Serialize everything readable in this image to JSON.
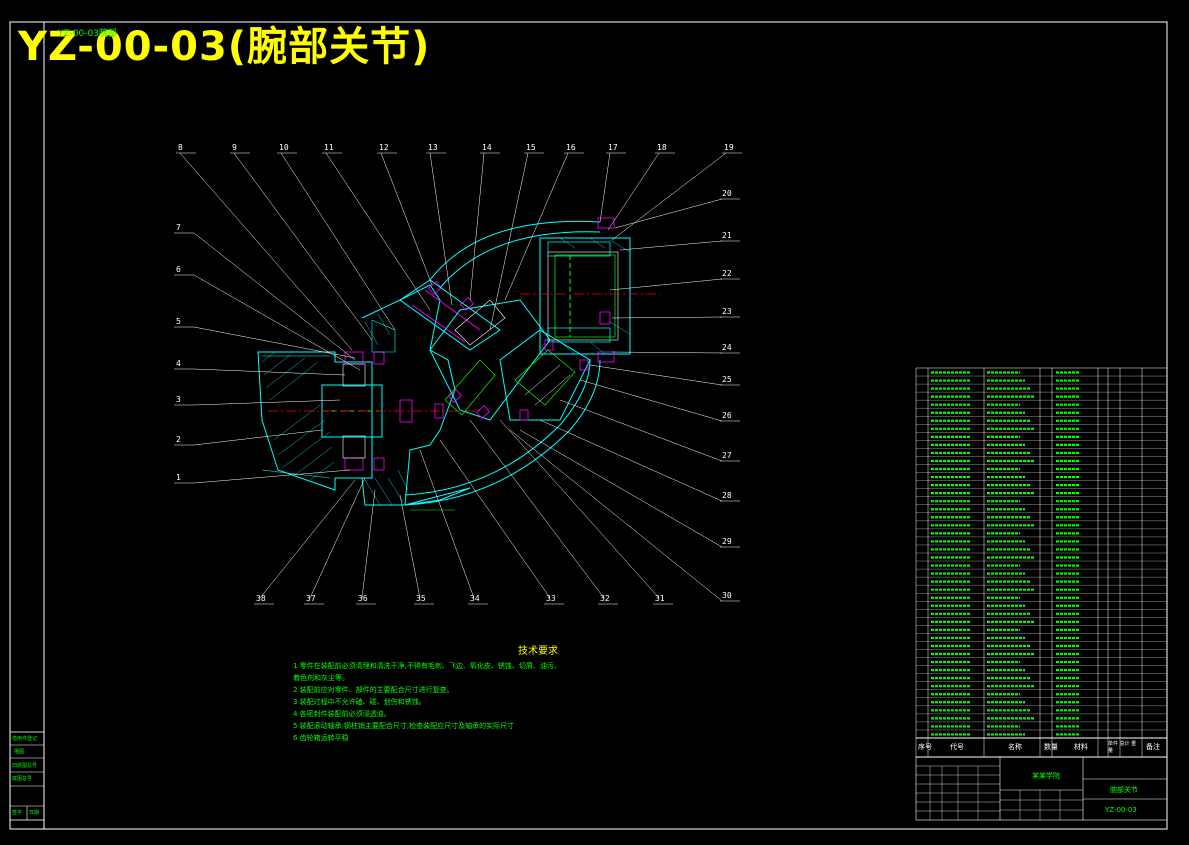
{
  "title": "YZ-00-03(腕部关节)",
  "title_tag": "YZ-00-03腕部",
  "callouts_top": [
    "8",
    "9",
    "10",
    "11",
    "12",
    "13",
    "14",
    "15",
    "16",
    "17",
    "18",
    "19"
  ],
  "callouts_right": [
    "20",
    "21",
    "22",
    "23",
    "24",
    "25",
    "26",
    "27",
    "28",
    "29",
    "30"
  ],
  "callouts_left": [
    "7",
    "6",
    "5",
    "4",
    "3",
    "2",
    "1"
  ],
  "callouts_bottom": [
    "38",
    "37",
    "36",
    "35",
    "34",
    "33",
    "32",
    "31"
  ],
  "tech": {
    "heading": "技术要求",
    "notes": [
      "1 零件在装配前必须清理和清洗干净,不得有毛刺、飞边、氧化皮、锈蚀、切屑、油污、",
      "  着色剂和灰尘等。",
      "2 装配前应对零件、部件的主要配合尺寸进行复查。",
      "3 装配过程中不允许磕、碰、划伤和锈蚀。",
      "4 各密封件装配前必须浸透油。",
      "5 装配滚动轴承,钢柱销主要配合尺寸,检查装配应尺寸及轴承的实际尺寸",
      "6 齿轮箱运转平稳"
    ]
  },
  "parts_header": {
    "no": "序号",
    "code": "代号",
    "name": "名称",
    "qty": "数量",
    "material": "材料",
    "weight": "单件 总计 重量",
    "remark": "备注"
  },
  "title_block": {
    "drawing_name": "腕部关节",
    "drawing_no": "YZ-00-03",
    "company": "某某学院"
  },
  "left_stamp": [
    "借用件登记",
    "描图",
    "旧底图总号",
    "底图总号",
    "签字",
    "日期"
  ]
}
